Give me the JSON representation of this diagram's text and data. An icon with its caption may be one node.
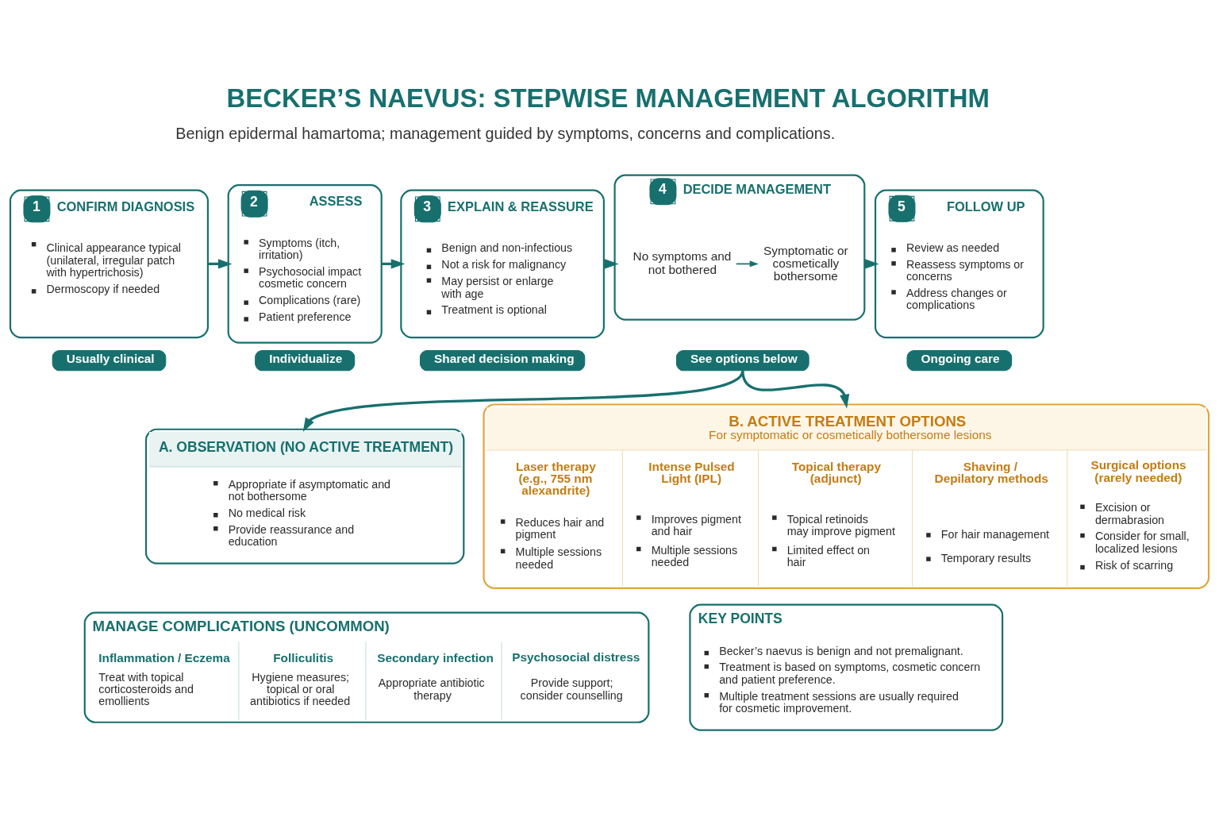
{
  "diagram": {
    "title": "BECKER’S NAEVUS: STEPWISE MANAGEMENT ALGORITHM",
    "nodes": [
      {
        "text": [
          "1",
          "CONFIRM DIAGNOSIS",
          "Clinical appearance typical (unilateral, irregular patch with hypertrichosis)",
          "Dermoscopy if needed"
        ]
      },
      {
        "text": [
          "2",
          "ASSESS",
          "Symptoms (itch, irritation)",
          "Psychosocial impact cosmetic concern",
          "Complications (rare)",
          "Patient preference"
        ]
      },
      {
        "text": [
          "3",
          "EXPLAIN & REASSURE",
          "Benign and non-infectious",
          "Not a risk for malignancy",
          "May persist or enlarge with age",
          "Treatment is optional"
        ]
      },
      {
        "text": [
          "4",
          "DECIDE MANAGEMENT"
        ]
      },
      {
        "text": [
          "No symptoms and not bothered"
        ],
        "in": 3
      },
      {
        "text": [
          "Symptomatic or cosmetically bothersome"
        ],
        "in": 3
      },
      {
        "text": [
          "5",
          "FOLLOW UP",
          "Review as needed",
          "Reassess symptoms or concerns",
          "Address changes or complications"
        ]
      },
      {
        "text": [
          "Usually clinical"
        ]
      },
      {
        "text": [
          "Individualize"
        ]
      },
      {
        "text": [
          "Shared decision making"
        ]
      },
      {
        "text": [
          "See options below"
        ]
      },
      {
        "text": [
          "Ongoing care"
        ]
      },
      {
        "text": [
          "A. OBSERVATION (NO ACTIVE TREATMENT)",
          "Appropriate if asymptomatic and not bothersome",
          "No medical risk",
          "Provide reassurance and education"
        ]
      },
      {
        "text": [
          "B. ACTIVE TREATMENT OPTIONS",
          "For symptomatic or cosmetically bothersome lesions",
          "Laser therapy (e.g., 755 nm alexandrite)",
          "Reduces hair and pigment",
          "Multiple sessions needed",
          "Intense Pulsed Light (IPL)",
          "Improves pigment and hair",
          "Multiple sessions needed",
          "Topical therapy (adjunct)",
          "Topical retinoids may improve pigment",
          "Limited effect on hair",
          "Shaving / Depilatory methods",
          "For hair management",
          "Temporary results",
          "Surgical options (rarely needed)",
          "Excision or dermabrasion",
          "Consider for small, localized lesions",
          "Risk of scarring"
        ]
      },
      {
        "text": [
          "MANAGE COMPLICATIONS (UNCOMMON)",
          "Inflammation / Eczema",
          "Treat with topical corticosteroids and emollients",
          "Folliculitis",
          "Hygiene measures; topical or oral antibiotics if needed",
          "Secondary infection",
          "Appropriate antibiotic therapy",
          "Psychosocial distress",
          "Provide support; consider counselling"
        ]
      },
      {
        "text": [
          "KEY POINTS",
          "Becker’s naevus is benign and not premalignant.",
          "Treatment is based on symptoms, cosmetic concern and patient preference.",
          "Multiple treatment sessions are usually required for cosmetic improvement."
        ]
      }
    ],
    "edges": [
      {
        "from": 0,
        "to": 1,
        "arrow": "to"
      },
      {
        "from": 1,
        "to": 2,
        "arrow": "to"
      },
      {
        "from": 2,
        "to": 3,
        "arrow": "to"
      },
      {
        "from": 4,
        "to": 5,
        "arrow": "to"
      },
      {
        "from": 3,
        "to": 6,
        "arrow": "to"
      },
      {
        "from": 10,
        "to": 12,
        "arrow": "to"
      },
      {
        "from": 10,
        "to": 13,
        "arrow": "to"
      }
    ],
    "labels": [
      "Benign epidermal hamartoma; management guided by symptoms, concerns and complications."
    ]
  }
}
